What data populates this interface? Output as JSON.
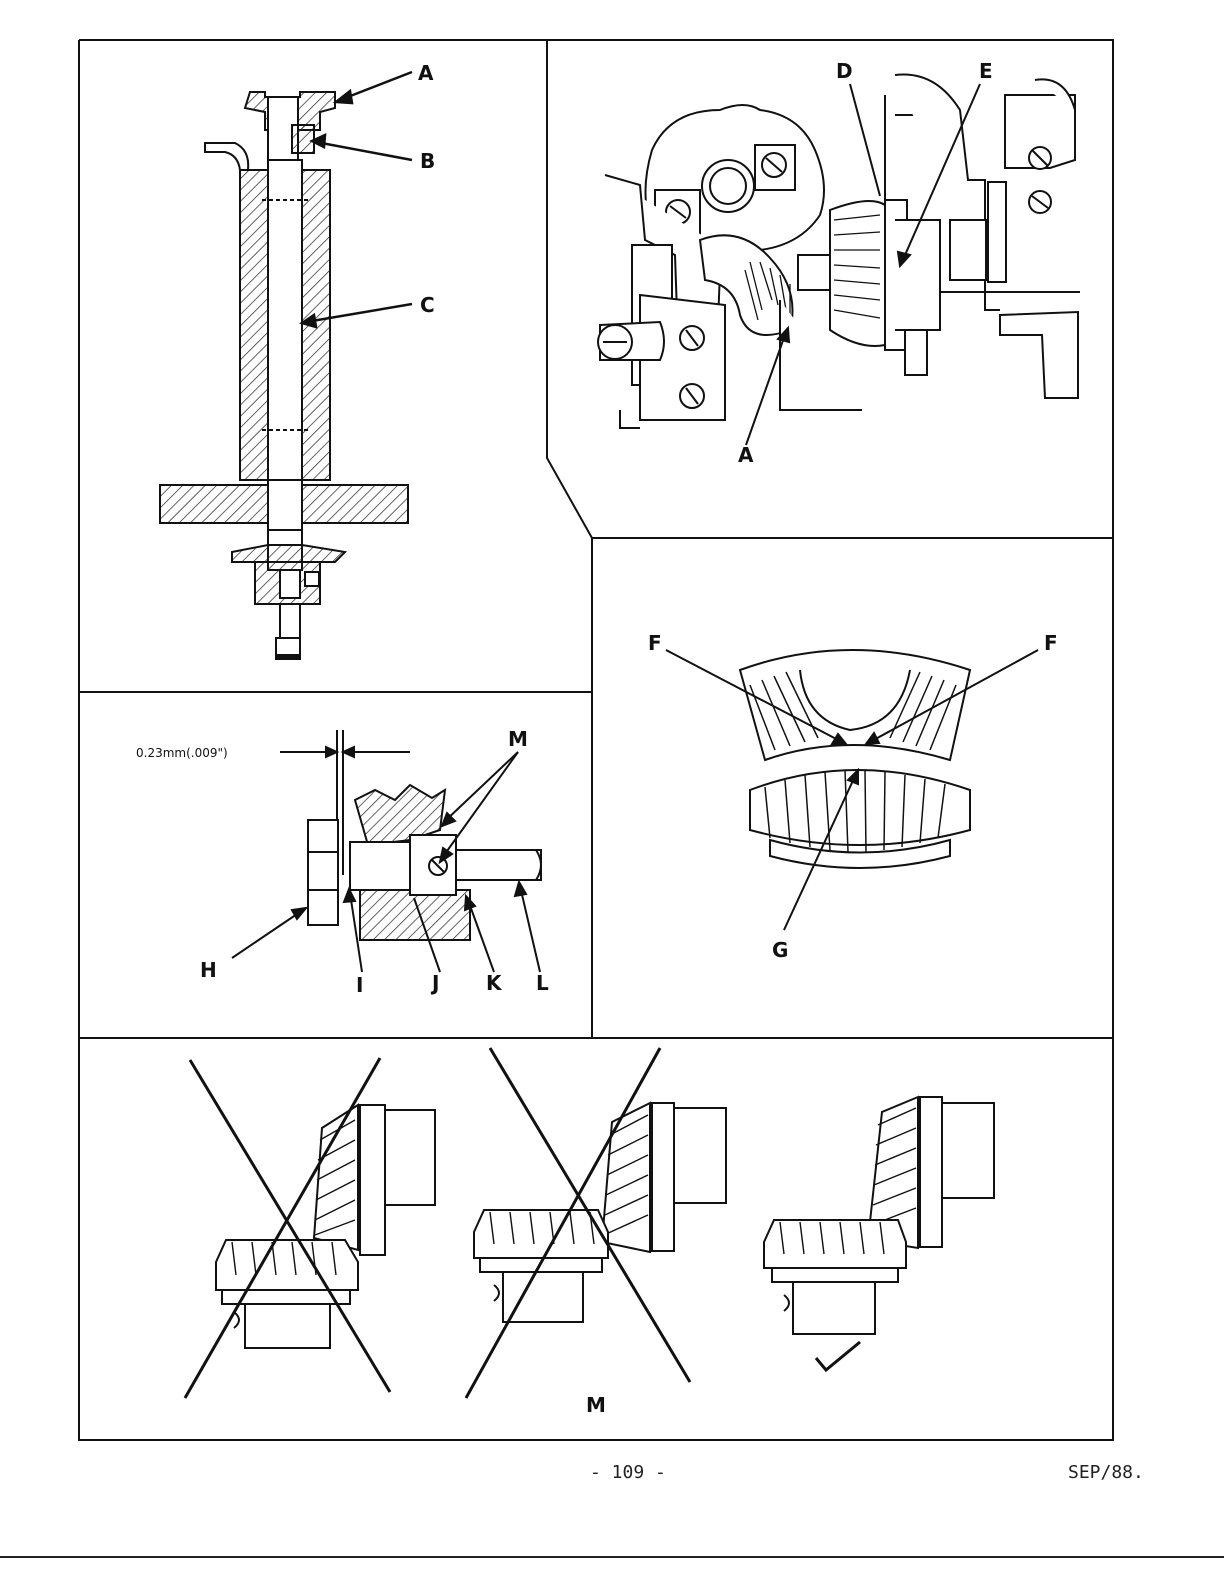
{
  "panel_top_left": {
    "labels": {
      "a": "A",
      "b": "B",
      "c": "C"
    }
  },
  "panel_top_right": {
    "labels": {
      "a": "A",
      "d": "D",
      "e": "E"
    }
  },
  "panel_mid_left": {
    "clearance": "0.23mm(.009\")",
    "labels": {
      "m": "M",
      "h": "H",
      "i": "I",
      "j": "J",
      "k": "K",
      "l": "L"
    }
  },
  "panel_mid_right": {
    "labels": {
      "f_left": "F",
      "f_right": "F",
      "g": "G"
    }
  },
  "panel_bottom": {
    "label": "M"
  },
  "footer": {
    "page_number": "- 109 -",
    "date": "SEP/88."
  }
}
